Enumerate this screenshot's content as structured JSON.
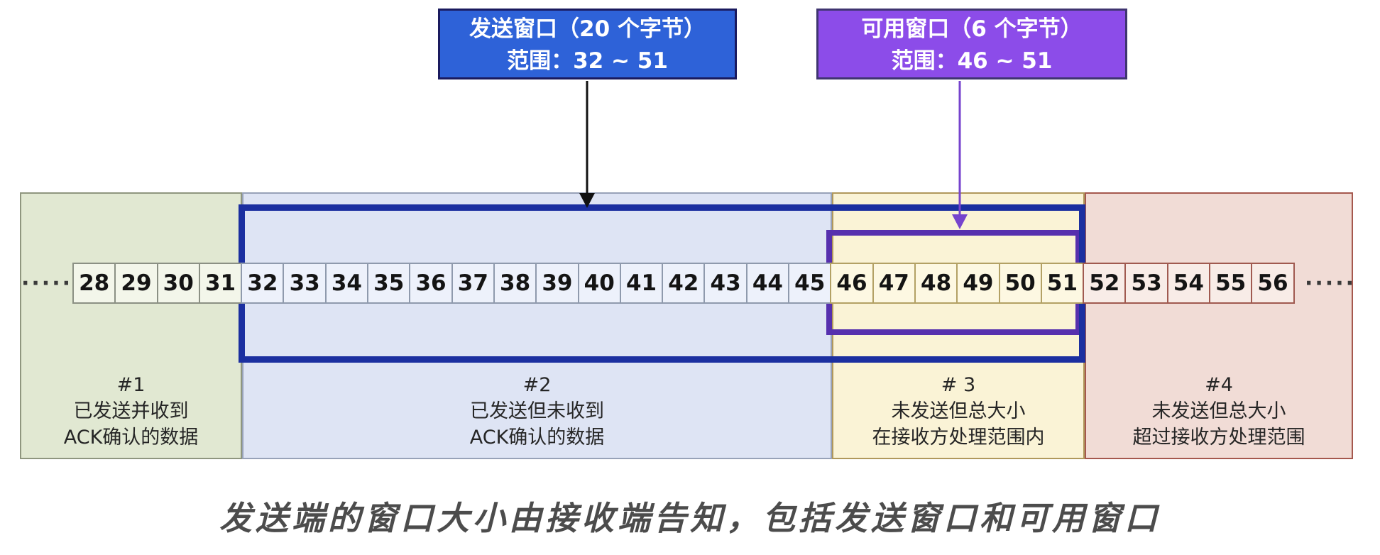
{
  "title_boxes": {
    "send": {
      "line1": "发送窗口（20 个字节）",
      "line2": "范围：32 ~ 51"
    },
    "usable": {
      "line1": "可用窗口（6 个字节）",
      "line2": "范围：46 ~ 51"
    }
  },
  "ellipsis": {
    "left": "·····",
    "right": "·····"
  },
  "regions": [
    {
      "tag": "#1",
      "line1": "已发送并收到",
      "line2": "ACK确认的数据"
    },
    {
      "tag": "#2",
      "line1": "已发送但未收到",
      "line2": "ACK确认的数据"
    },
    {
      "tag": "# 3",
      "line1": "未发送但总大小",
      "line2": "在接收方处理范围内"
    },
    {
      "tag": "#4",
      "line1": "未发送但总大小",
      "line2": "超过接收方处理范围"
    }
  ],
  "sequence": {
    "acked": [
      28,
      29,
      30,
      31
    ],
    "sent": [
      32,
      33,
      34,
      35,
      36,
      37,
      38,
      39,
      40,
      41,
      42,
      43,
      44,
      45
    ],
    "usable": [
      46,
      47,
      48,
      49,
      50,
      51
    ],
    "beyond": [
      52,
      53,
      54,
      55,
      56
    ]
  },
  "caption": "发送端的窗口大小由接收端告知，包括发送窗口和可用窗口",
  "colors": {
    "send_box_bg": "#2e62d8",
    "usable_box_bg": "#8c4ce9",
    "send_window_border": "#1b2fa0",
    "usable_window_border": "#5630ae",
    "region_acked_bg": "#e1e8d2",
    "region_sent_bg": "#dee4f4",
    "region_usable_bg": "#faf3d6",
    "region_beyond_bg": "#f1dcd6",
    "send_arrow": "#111111",
    "usable_arrow": "#7643cd"
  }
}
